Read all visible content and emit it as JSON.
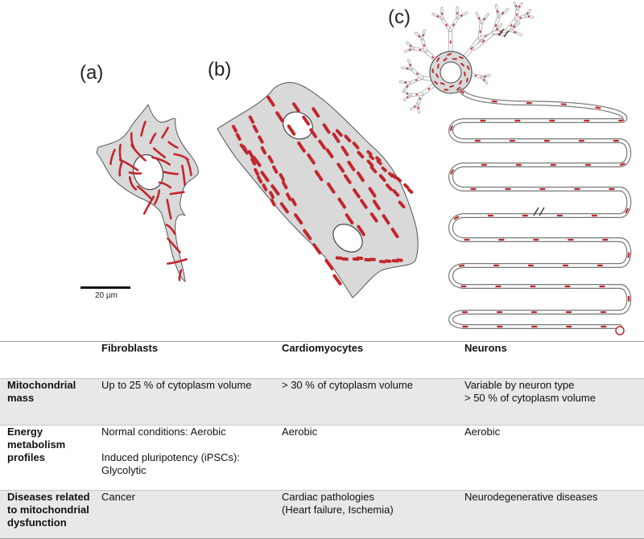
{
  "figure": {
    "panels": [
      {
        "id": "a",
        "label": "(a)"
      },
      {
        "id": "b",
        "label": "(b)"
      },
      {
        "id": "c",
        "label": "(c)"
      }
    ],
    "scale_bar_label": "20 µm",
    "colors": {
      "cytoplasm": "#d9d9d9",
      "outline": "#555555",
      "mitochondria": "#c1272d"
    }
  },
  "table": {
    "headers": [
      "",
      "Fibroblasts",
      "Cardiomyocytes",
      "Neurons"
    ],
    "rows": [
      {
        "label": [
          "Mitochondrial",
          "mass"
        ],
        "fibroblasts": [
          "Up to 25 % of cytoplasm volume"
        ],
        "cardiomyocytes": [
          "> 30 % of cytoplasm volume"
        ],
        "neurons": [
          "Variable by neuron type",
          "> 50 % of cytoplasm volume"
        ]
      },
      {
        "label": [
          "Energy",
          "metabolism",
          "profiles"
        ],
        "fibroblasts": [
          "Normal conditions: Aerobic",
          "",
          "Induced pluripotency (iPSCs):",
          "Glycolytic"
        ],
        "cardiomyocytes": [
          "Aerobic"
        ],
        "neurons": [
          "Aerobic"
        ]
      },
      {
        "label": [
          "Diseases related",
          "to mitochondrial",
          "dysfunction"
        ],
        "fibroblasts": [
          "Cancer"
        ],
        "cardiomyocytes": [
          "Cardiac pathologies",
          "(Heart failure, Ischemia)"
        ],
        "neurons": [
          "Neurodegenerative diseases"
        ]
      }
    ]
  }
}
